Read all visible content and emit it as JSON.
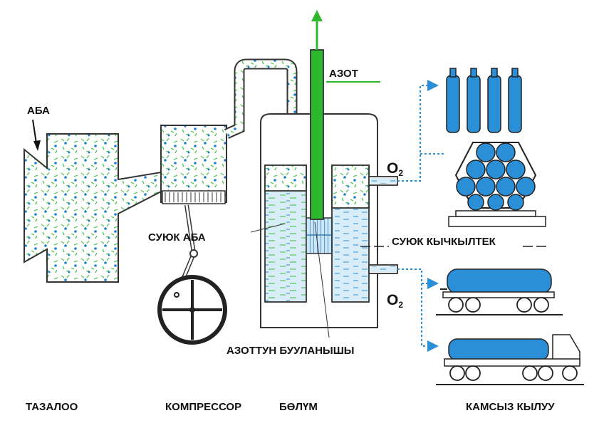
{
  "labels": {
    "air": "АБА",
    "nitrogen": "АЗОТ",
    "liquid_air": "СУЮК АБА",
    "liquid_oxygen": "СУЮК КЫЧКЫЛТЕК",
    "nitrogen_boiling": "АЗОТТУН БУУЛАНЫШЫ",
    "oxygen_symbol": "O",
    "oxygen_subscript": "2"
  },
  "stages": {
    "purification": "ТАЗАЛОО",
    "compressor": "КОМПРЕССОР",
    "separation": "БӨЛҮМ",
    "supply": "КАМСЫЗ КЫЛУУ"
  },
  "colors": {
    "outline": "#333333",
    "nitrogen_green": "#2db82d",
    "oxygen_blue": "#2a8fd6",
    "liquid_light": "#d9edf8",
    "speck_green": "#5cc85c",
    "speck_blue": "#1f7fd1"
  },
  "icons": [
    "down-arrow-icon",
    "up-arrow-icon",
    "flywheel-icon",
    "gas-cylinder-icon",
    "rail-tank-car-icon",
    "tank-truck-icon"
  ]
}
